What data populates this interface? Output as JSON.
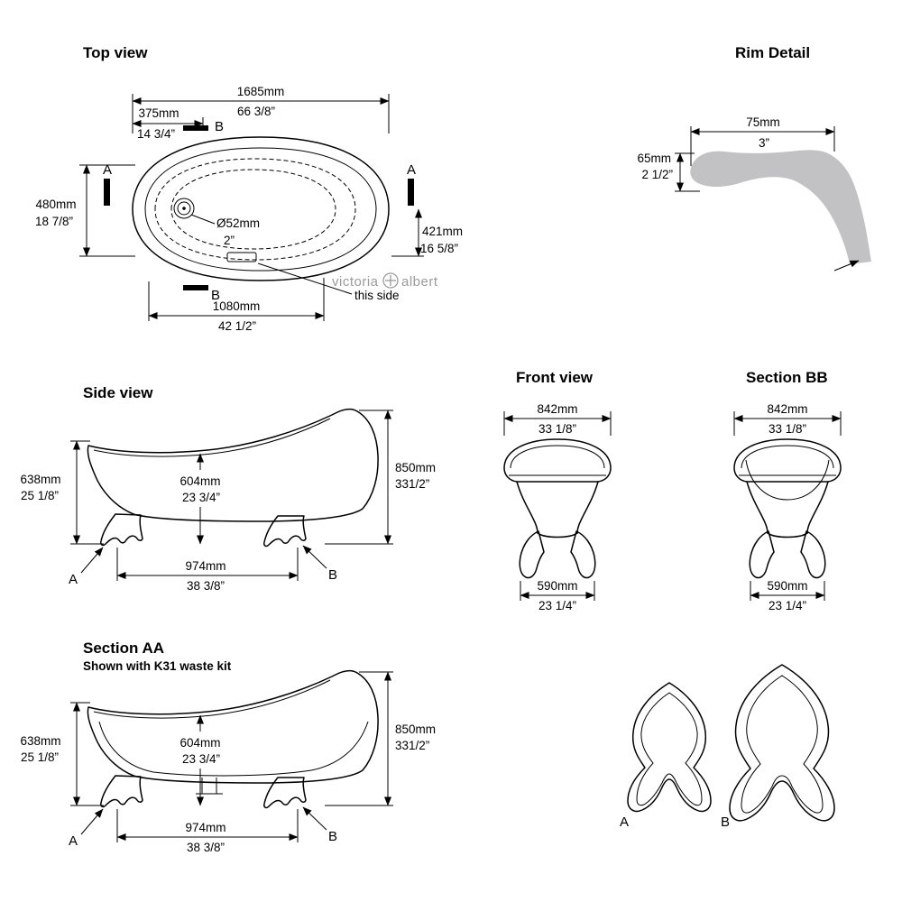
{
  "top_view": {
    "title": "Top view",
    "marker_a": "A",
    "marker_b": "B",
    "length_mm": "1685mm",
    "length_in": "66 3/8”",
    "offset_mm": "375mm",
    "offset_in": "14 3/4”",
    "width_mm": "480mm",
    "width_in": "18 7/8”",
    "width2_mm": "421mm",
    "width2_in": "16 5/8”",
    "drain_mm": "Ø52mm",
    "drain_in": "2”",
    "base_mm": "1080mm",
    "base_in": "42 1/2”",
    "brand_left": "victoria",
    "brand_right": "albert",
    "note": "this side"
  },
  "rim_detail": {
    "title": "Rim Detail",
    "width_mm": "75mm",
    "width_in": "3”",
    "height_mm": "65mm",
    "height_in": "2 1/2”"
  },
  "side_view": {
    "title": "Side view",
    "height_front_mm": "638mm",
    "height_front_in": "25 1/8”",
    "depth_mm": "604mm",
    "depth_in": "23 3/4”",
    "height_back_mm": "850mm",
    "height_back_in": "331/2”",
    "feet_span_mm": "974mm",
    "feet_span_in": "38 3/8”",
    "marker_a": "A",
    "marker_b": "B"
  },
  "front_view": {
    "title": "Front view",
    "width_mm": "842mm",
    "width_in": "33 1/8”",
    "base_mm": "590mm",
    "base_in": "23 1/4”"
  },
  "section_bb": {
    "title": "Section BB",
    "width_mm": "842mm",
    "width_in": "33 1/8”",
    "base_mm": "590mm",
    "base_in": "23 1/4”"
  },
  "section_aa": {
    "title": "Section AA",
    "subtitle": "Shown with K31 waste kit",
    "height_front_mm": "638mm",
    "height_front_in": "25 1/8”",
    "depth_mm": "604mm",
    "depth_in": "23 3/4”",
    "height_back_mm": "850mm",
    "height_back_in": "331/2”",
    "feet_span_mm": "974mm",
    "feet_span_in": "38 3/8”",
    "marker_a": "A",
    "marker_b": "B"
  },
  "feet_detail": {
    "label_a": "A",
    "label_b": "B"
  },
  "colors": {
    "line": "#000000",
    "rim_fill": "#c2c2c4",
    "logo_gray": "#9b9b9b"
  }
}
